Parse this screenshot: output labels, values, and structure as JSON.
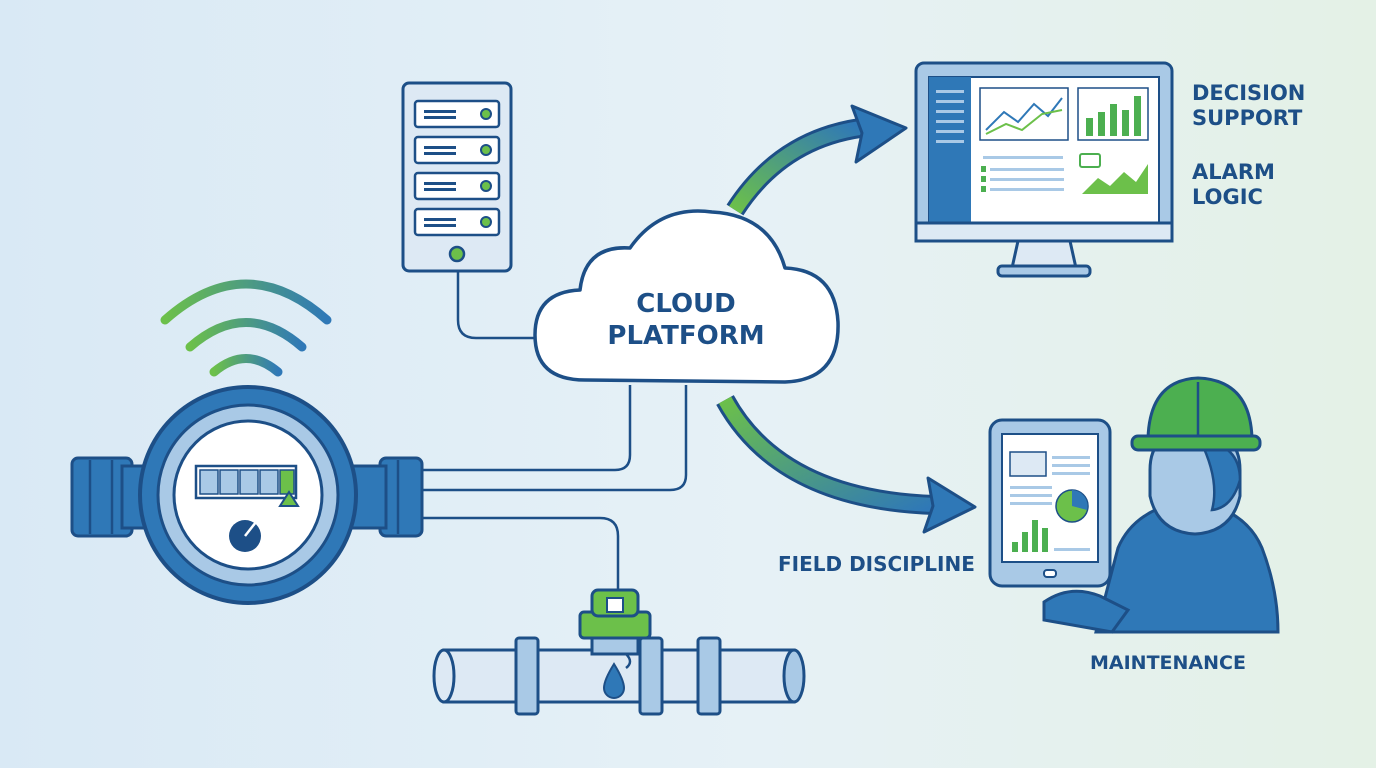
{
  "cloud": {
    "line1": "CLOUD",
    "line2": "PLATFORM"
  },
  "labels": {
    "decision_line1": "DECISION",
    "decision_line2": "SUPPORT",
    "alarm_line1": "ALARM",
    "alarm_line2": "LOGIC",
    "field_discipline": "FIELD DISCIPLINE",
    "maintenance": "MAINTENANCE"
  },
  "colors": {
    "navy": "#1d4f87",
    "blue": "#2f78b7",
    "light_blue": "#a9c9e6",
    "pale_blue": "#dde9f4",
    "green": "#6cc04a",
    "accent_green": "#4caf50",
    "bg_left": "#dcebf5",
    "bg_right": "#e6f2e9"
  },
  "icons": {
    "meter": "water-meter-icon",
    "server": "server-rack-icon",
    "monitor": "dashboard-monitor-icon",
    "tablet": "tablet-icon",
    "worker": "technician-icon",
    "pipe": "pipe-sensor-icon",
    "signal": "wireless-signal-icon",
    "drop": "water-drop-icon"
  }
}
